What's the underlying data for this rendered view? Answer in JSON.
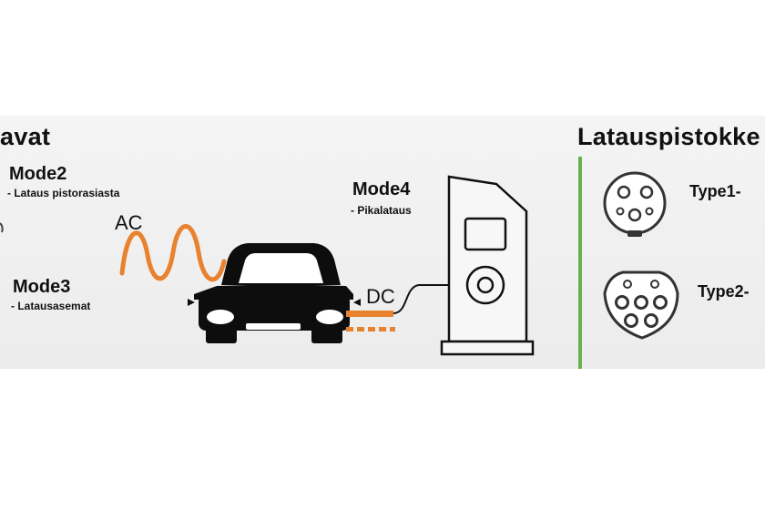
{
  "headings": {
    "left": "avat",
    "right": "Latauspistokke"
  },
  "modes": {
    "mode2": {
      "title": "Mode2",
      "subtitle": "- Lataus pistorasiasta"
    },
    "mode3": {
      "title": "Mode3",
      "subtitle": "- Latausasemat"
    },
    "mode4": {
      "title": "Mode4",
      "subtitle": "- Pikalataus"
    }
  },
  "currents": {
    "ac": "AC",
    "dc": "DC"
  },
  "connectors": {
    "type1": "Type1-",
    "type2": "Type2-"
  },
  "colors": {
    "accent_orange": "#e8822f",
    "accent_green": "#6ab04c",
    "baseline_green": "#2e7d32",
    "ink": "#111111"
  }
}
